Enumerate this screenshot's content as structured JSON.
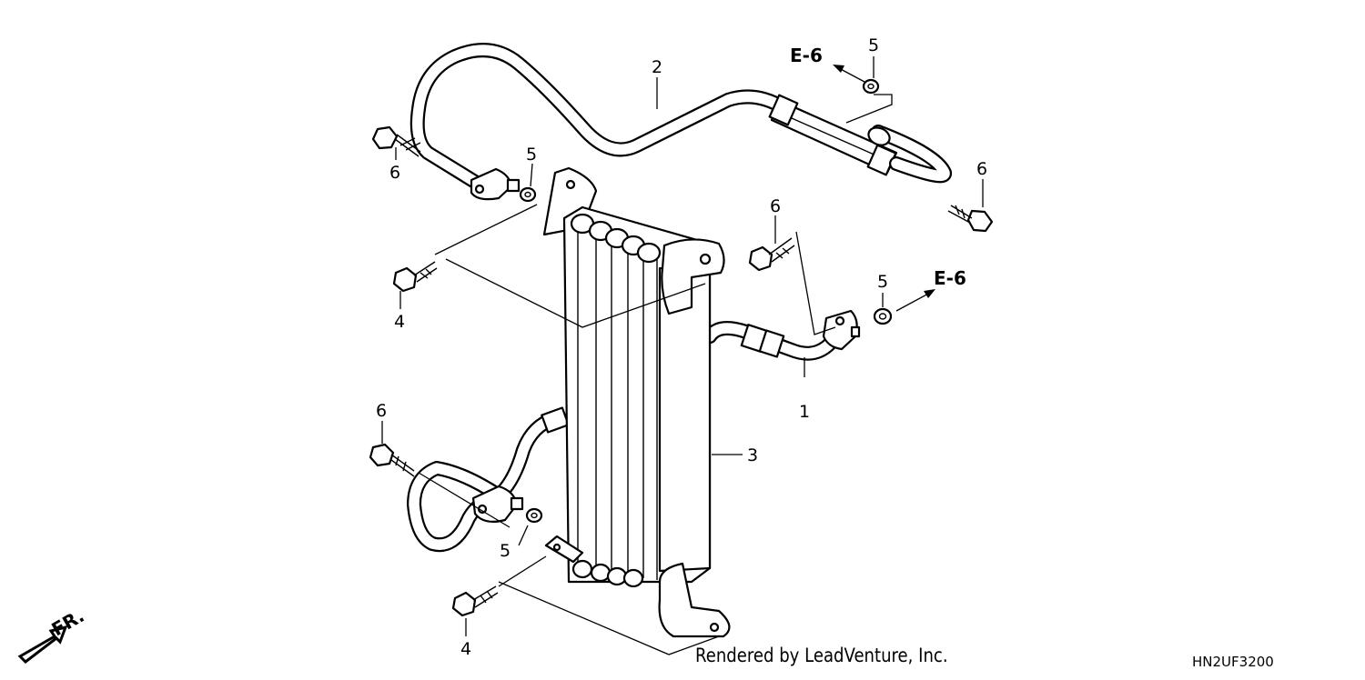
{
  "callouts": {
    "hose_lower": "1",
    "hose_upper": "2",
    "oil_cooler": "3",
    "bolt_4_upper": "4",
    "bolt_4_lower": "4",
    "washer_5_top": "5",
    "washer_5_left_upper": "5",
    "washer_5_right": "5",
    "washer_5_left_lower": "5",
    "bolt_6_upper_left": "6",
    "bolt_6_upper_right": "6",
    "bolt_6_mid": "6",
    "bolt_6_lower_left": "6"
  },
  "references": {
    "top": "E-6",
    "right": "E-6"
  },
  "orientation_label": "FR.",
  "footer": {
    "credit": "Rendered by LeadVenture, Inc.",
    "diagram_code": "HN2UF3200"
  }
}
